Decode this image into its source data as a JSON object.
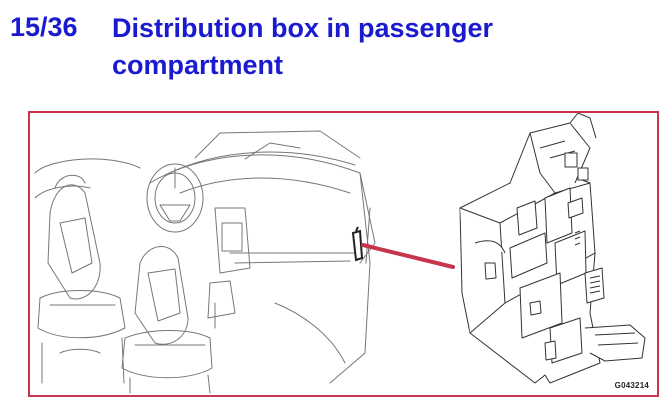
{
  "header": {
    "section_number": "15/36",
    "title": "Distribution box in passenger compartment"
  },
  "figure": {
    "code": "G043214",
    "colors": {
      "frame": "#c8334e",
      "pointer": "#c8334e",
      "title": "#1a1ad0"
    }
  }
}
